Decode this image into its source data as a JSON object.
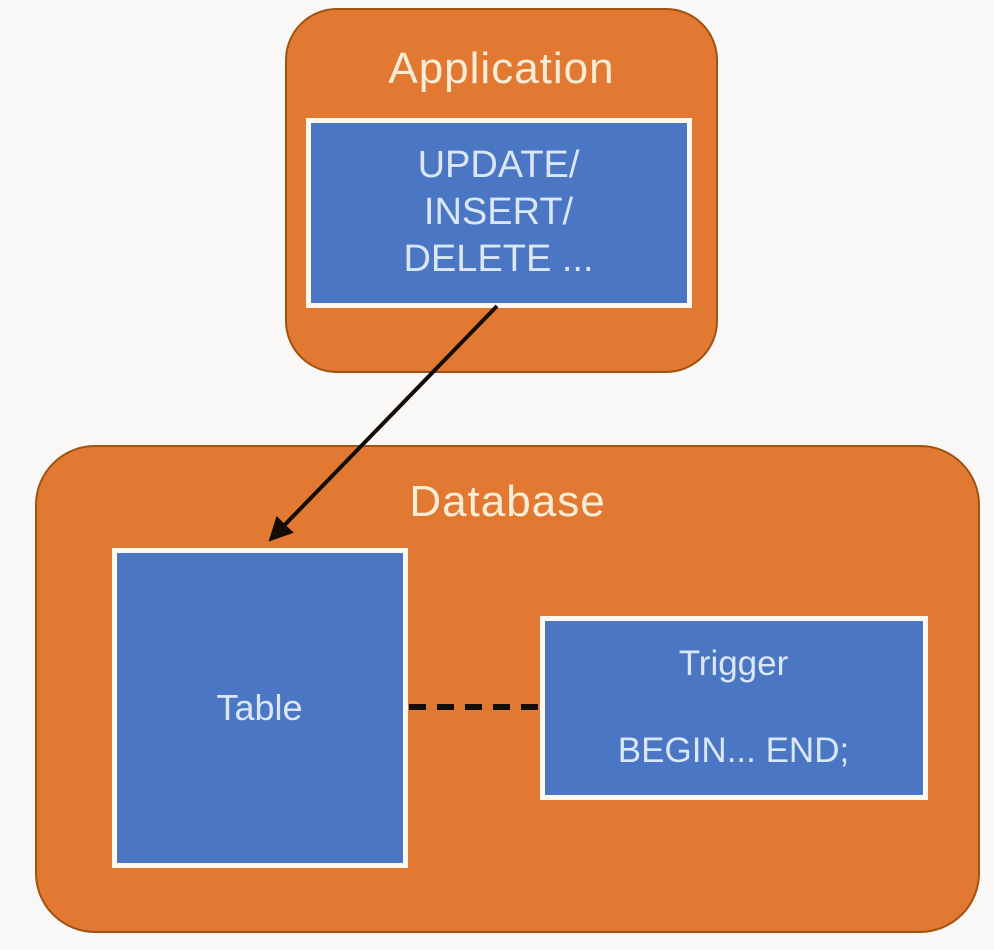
{
  "colors": {
    "background": "#F9F8F7",
    "container_fill": "#E27932",
    "container_border": "#A0520F",
    "node_fill": "#4A76C4",
    "node_border": "#FDF9F0",
    "title_text": "#F7EDD6",
    "node_text": "#DAE7F7",
    "connector": "#140D05"
  },
  "application": {
    "title": "Application",
    "operations_box": {
      "lines": [
        "UPDATE/",
        "INSERT/",
        "DELETE ..."
      ]
    }
  },
  "database": {
    "title": "Database",
    "table_box": {
      "label": "Table"
    },
    "trigger_box": {
      "title": "Trigger",
      "body": "BEGIN... END;"
    }
  },
  "connectors": {
    "arrow": {
      "from": "operations-box",
      "to": "table-box",
      "style": "solid-arrow"
    },
    "dashed_link": {
      "from": "table-box",
      "to": "trigger-box",
      "style": "dashed"
    }
  }
}
